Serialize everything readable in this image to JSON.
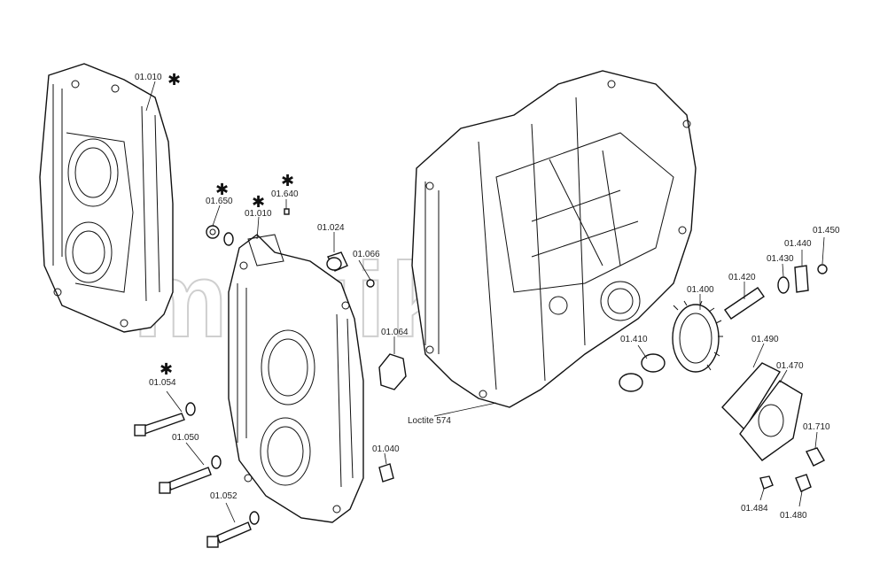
{
  "watermark": "mazika",
  "parts": {
    "p01010a": "01.010",
    "p01010b": "01.010",
    "p01650": "01.650",
    "p01640": "01.640",
    "p01024": "01.024",
    "p01066": "01.066",
    "p01064": "01.064",
    "p01054": "01.054",
    "p01050": "01.050",
    "p01052": "01.052",
    "p01040": "01.040",
    "p01400": "01.400",
    "p01420": "01.420",
    "p01430": "01.430",
    "p01440": "01.440",
    "p01450": "01.450",
    "p01410": "01.410",
    "p01490": "01.490",
    "p01470": "01.470",
    "p01710": "01.710",
    "p01484": "01.484",
    "p01480": "01.480"
  },
  "note": "Loctite 574",
  "star_symbol": "✱"
}
